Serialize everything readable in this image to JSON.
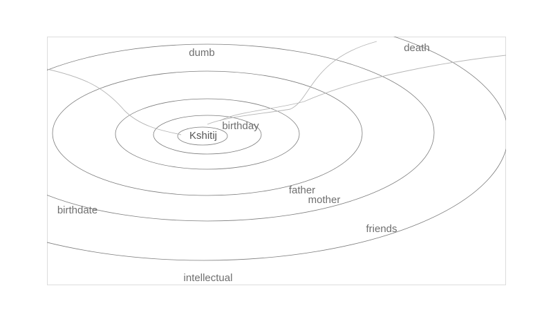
{
  "diagram": {
    "center": {
      "label": "Kshitij"
    },
    "words": [
      {
        "key": "dumb",
        "label": "dumb"
      },
      {
        "key": "death",
        "label": "death"
      },
      {
        "key": "birthday",
        "label": "birthday"
      },
      {
        "key": "father",
        "label": "father"
      },
      {
        "key": "mother",
        "label": "mother"
      },
      {
        "key": "birthdate",
        "label": "birthdate"
      },
      {
        "key": "friends",
        "label": "friends"
      },
      {
        "key": "intellectual",
        "label": "intellectual"
      }
    ]
  }
}
